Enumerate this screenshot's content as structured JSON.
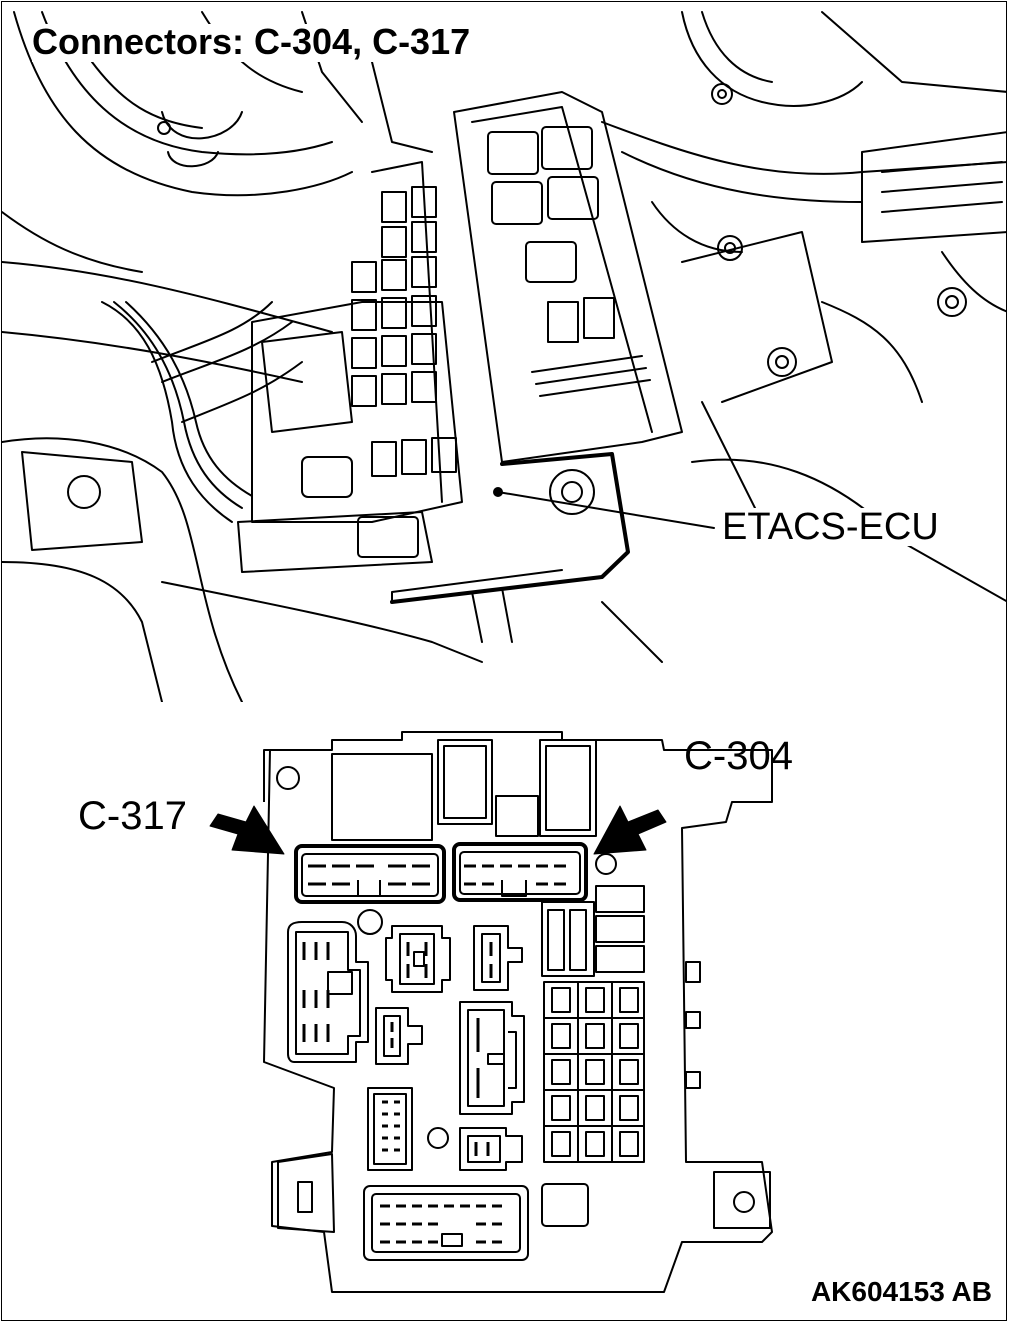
{
  "title": "Connectors:  C-304, C-317",
  "labels": {
    "ecu": "ETACS-ECU",
    "connector_left": "C-317",
    "connector_right": "C-304"
  },
  "figure_code": "AK604153 AB",
  "colors": {
    "line": "#000000",
    "background": "#ffffff"
  }
}
